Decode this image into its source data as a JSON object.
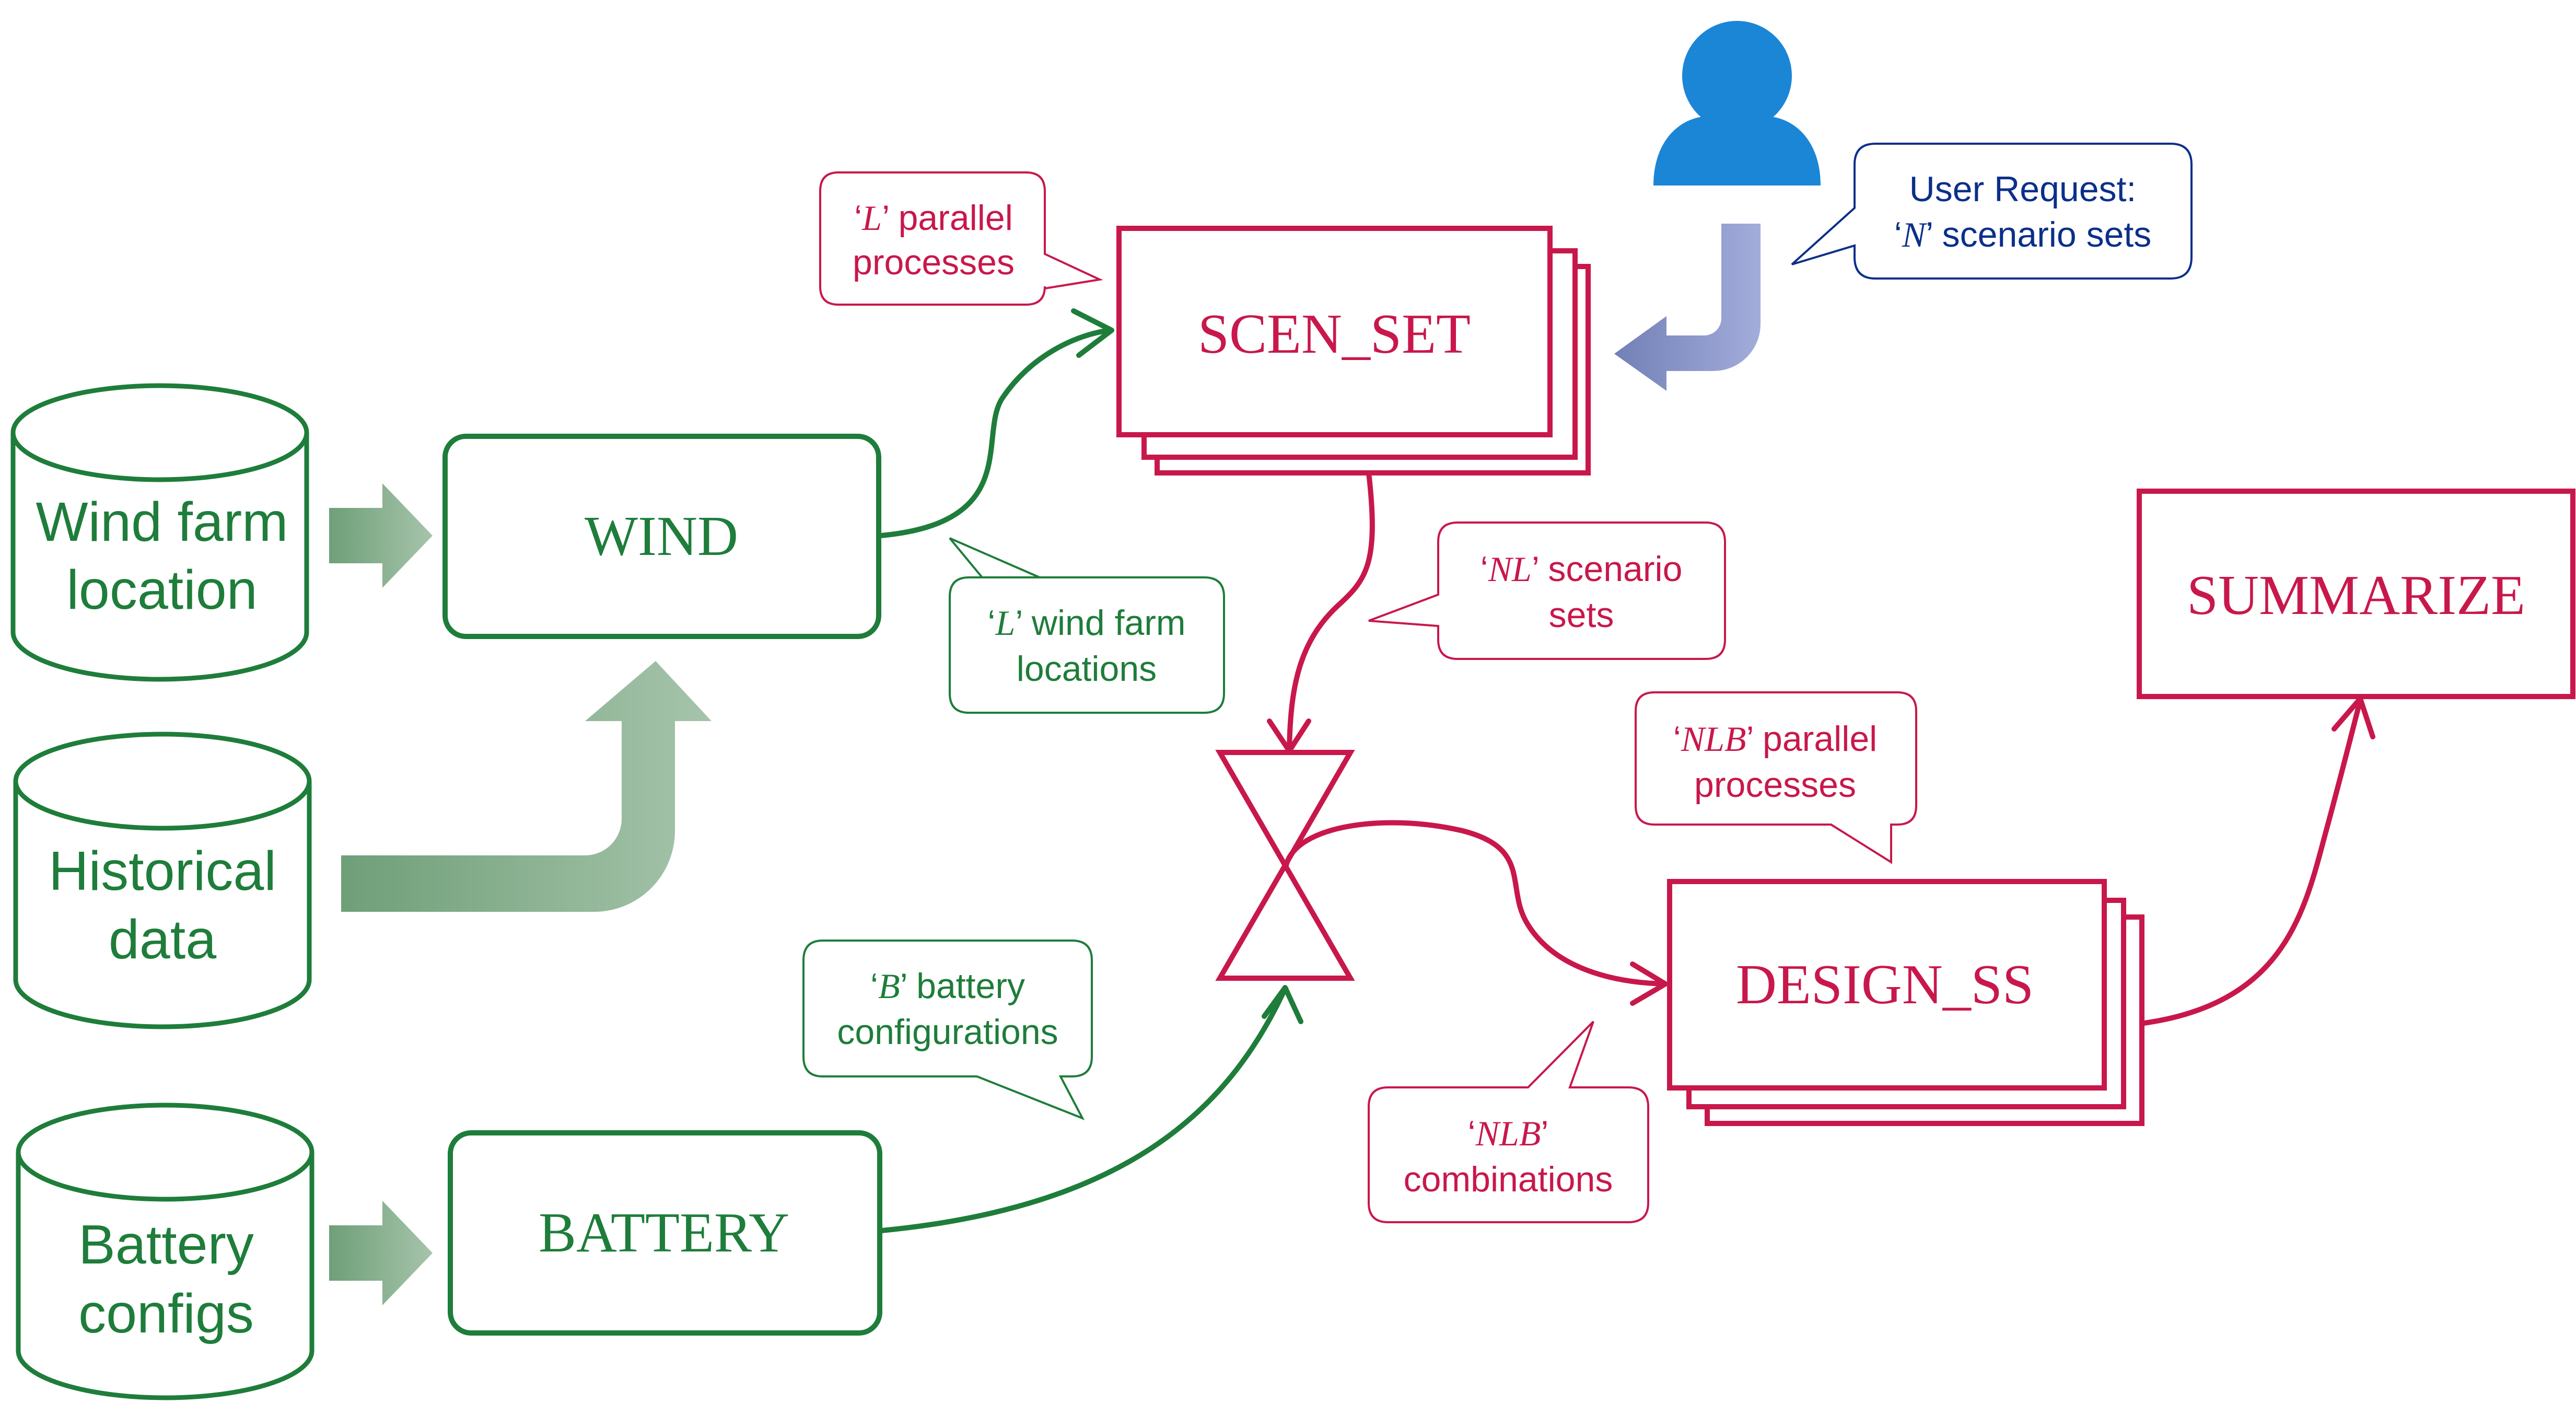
{
  "colors": {
    "green": "#1e7d3a",
    "green_arrow": "#8fb596",
    "red": "#c8184b",
    "blue_text": "#0b2f8a",
    "blue_person": "#1b86d6",
    "blue_arrow": "#8a97c4"
  },
  "icons": {
    "user": "person-icon"
  },
  "data_sources": {
    "wind_farm": {
      "line1": "Wind farm",
      "line2": "location"
    },
    "historical": {
      "line1": "Historical",
      "line2": "data"
    },
    "battery": {
      "line1": "Battery",
      "line2": "configs"
    }
  },
  "processes": {
    "wind": "WIND",
    "battery": "BATTERY",
    "scen_set": "SCEN_SET",
    "design_ss": "DESIGN_SS",
    "summarize": "SUMMARIZE"
  },
  "callouts": {
    "l_parallel": {
      "var": "L",
      "rest1": " parallel",
      "line2": "processes"
    },
    "user_request": {
      "line1": "User Request:",
      "var": "N",
      "rest2": " scenario sets"
    },
    "l_wind": {
      "var": "L",
      "rest1": " wind farm",
      "line2": "locations"
    },
    "nl_sets": {
      "var": "NL",
      "rest1": " scenario",
      "line2": "sets"
    },
    "nlb_parallel": {
      "var": "NLB",
      "rest1": " parallel",
      "line2": "processes"
    },
    "b_battery": {
      "var": "B",
      "rest1": " battery",
      "line2": "configurations"
    },
    "nlb_comb": {
      "var": "NLB",
      "line2": "combinations"
    }
  }
}
